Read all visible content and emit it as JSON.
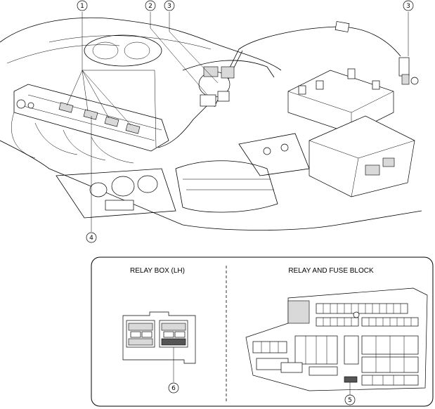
{
  "callouts": {
    "c1": "1",
    "c2": "2",
    "c3a": "3",
    "c3b": "3",
    "c4": "4",
    "c5": "5",
    "c6": "6"
  },
  "panel": {
    "left_title": "RELAY BOX (LH)",
    "right_title": "RELAY AND FUSE BLOCK"
  }
}
